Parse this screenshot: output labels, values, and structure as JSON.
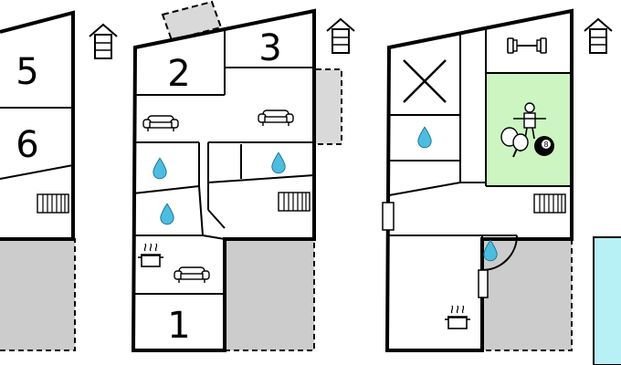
{
  "rooms": {
    "room_5": "5",
    "room_6": "6",
    "room_2": "2",
    "room_3": "3",
    "room_1": "1"
  },
  "colors": {
    "wall": "#000000",
    "background": "#ffffff",
    "outdoor_area": "#cccccc",
    "game_room": "#ccf5c2",
    "pool": "#b7f0f5",
    "water_drop": "#4bbde0"
  },
  "icons": [
    "house-floor-icon",
    "sofa-icon",
    "bathroom-water-icon",
    "heater-radiator-icon",
    "kitchen-pot-icon",
    "dumbbell-icon",
    "table-football-icon",
    "table-tennis-icon",
    "billiard-ball-icon",
    "cross-icon"
  ],
  "labels": {
    "billiard_number": "8"
  }
}
